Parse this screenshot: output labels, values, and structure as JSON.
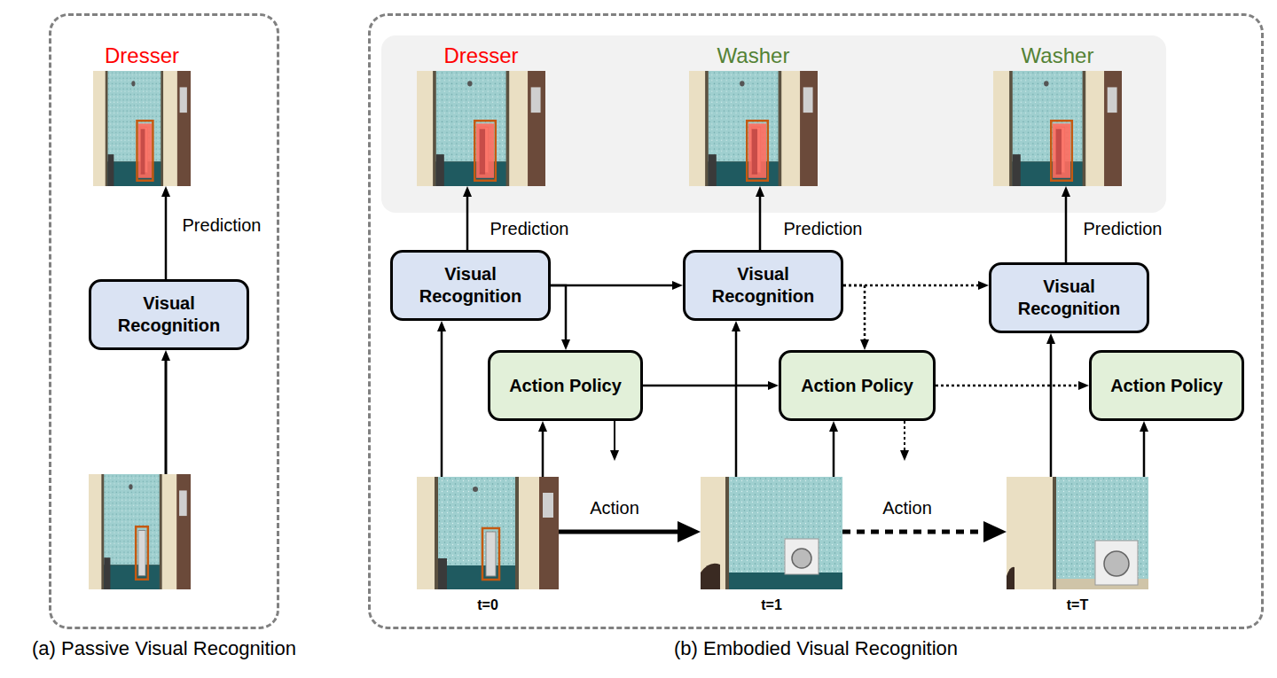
{
  "diagram": {
    "nodes": [
      {
        "text": [
          "(a) Passive Visual Recognition"
        ]
      },
      {
        "text": [
          "Dresser"
        ],
        "in": 0
      },
      {
        "text": [
          "Visual Recognition"
        ],
        "in": 0
      },
      {
        "text": [
          "(b) Embodied Visual Recognition"
        ]
      },
      {
        "text": [
          "Dresser"
        ],
        "in": 3
      },
      {
        "text": [
          "Washer"
        ],
        "in": 3
      },
      {
        "text": [
          "Washer"
        ],
        "in": 3
      },
      {
        "text": [
          "Visual Recognition"
        ],
        "in": 3
      },
      {
        "text": [
          "Visual Recognition"
        ],
        "in": 3
      },
      {
        "text": [
          "Visual Recognition"
        ],
        "in": 3
      },
      {
        "text": [
          "Action Policy"
        ],
        "in": 3
      },
      {
        "text": [
          "Action Policy"
        ],
        "in": 3
      },
      {
        "text": [
          "Action Policy"
        ],
        "in": 3
      },
      {
        "text": [
          "t=0"
        ],
        "in": 3
      },
      {
        "text": [
          "t=1"
        ],
        "in": 3
      },
      {
        "text": [
          "t=T"
        ],
        "in": 3
      }
    ],
    "edges": [
      {
        "from": 2,
        "to": 1,
        "arrow": "to",
        "label": "Prediction"
      },
      {
        "from": 7,
        "to": 4,
        "arrow": "to",
        "label": "Prediction"
      },
      {
        "from": 8,
        "to": 5,
        "arrow": "to",
        "label": "Prediction"
      },
      {
        "from": 9,
        "to": 6,
        "arrow": "to",
        "label": "Prediction"
      },
      {
        "from": 7,
        "to": 8,
        "arrow": "to"
      },
      {
        "from": 8,
        "to": 9,
        "arrow": "to"
      },
      {
        "from": 7,
        "to": 10,
        "arrow": "to"
      },
      {
        "from": 8,
        "to": 11,
        "arrow": "to"
      },
      {
        "from": 10,
        "to": 11,
        "arrow": "to"
      },
      {
        "from": 11,
        "to": 12,
        "arrow": "to"
      },
      {
        "from": 13,
        "to": 7,
        "arrow": "to"
      },
      {
        "from": 13,
        "to": 10,
        "arrow": "to"
      },
      {
        "from": 14,
        "to": 8,
        "arrow": "to"
      },
      {
        "from": 14,
        "to": 11,
        "arrow": "to"
      },
      {
        "from": 15,
        "to": 9,
        "arrow": "to"
      },
      {
        "from": 15,
        "to": 12,
        "arrow": "to"
      },
      {
        "from": 13,
        "to": 14,
        "arrow": "to",
        "label": "Action"
      },
      {
        "from": 14,
        "to": 15,
        "arrow": "to",
        "label": "Action"
      }
    ]
  }
}
